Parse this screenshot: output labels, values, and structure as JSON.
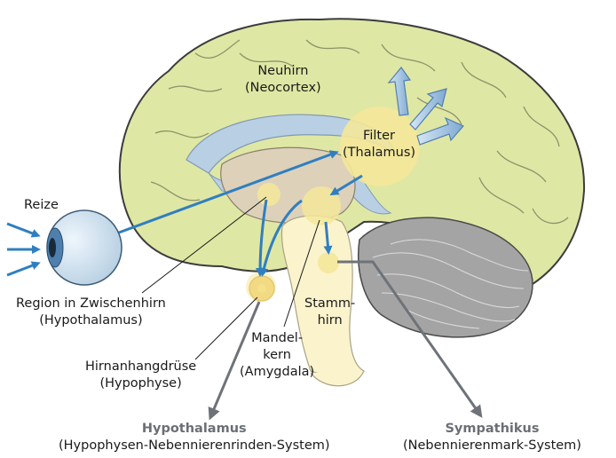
{
  "labels": {
    "neuhirn_1": "Neuhirn",
    "neuhirn_2": "(Neocortex)",
    "filter_1": "Filter",
    "filter_2": "(Thalamus)",
    "reize": "Reize",
    "region_1": "Region in Zwischenhirn",
    "region_2": "(Hypothalamus)",
    "stamm_1": "Stamm-",
    "stamm_2": "hirn",
    "mandel_1": "Mandel-",
    "mandel_2": "kern",
    "mandel_3": "(Amygdala)",
    "hirnanhang_1": "Hirnanhangdrüse",
    "hirnanhang_2": "(Hypophyse)",
    "hypo_title": "Hypothalamus",
    "hypo_sub": "(Hypophysen-Nebennierenrinden-System)",
    "symp_title": "Sympathikus",
    "symp_sub": "(Nebennierenmark-System)"
  },
  "colors": {
    "cortex": "#dfe7a4",
    "cortex_outline": "#3c3c3c",
    "ventricle": "#b9cfe4",
    "inner": "#ddd1b9",
    "brainstem": "#faf3cc",
    "cerebellum": "#a4a4a4",
    "highlight": "#f4e79a",
    "arrow_blue": "#2f7fc0",
    "arrow_gray": "#6e7379"
  }
}
